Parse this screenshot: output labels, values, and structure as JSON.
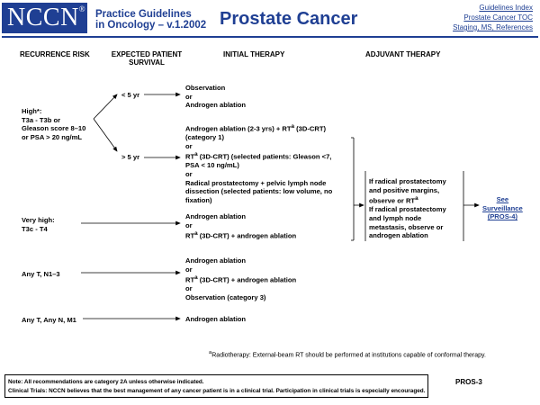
{
  "header": {
    "logo_text": "NCCN",
    "logo_mark": "®",
    "practice_line1": "Practice Guidelines",
    "practice_line2": "in Oncology – v.1.2002",
    "title": "Prostate Cancer",
    "links": [
      "Guidelines Index",
      "Prostate Cancer TOC",
      "Staging, MS, References"
    ]
  },
  "columns": {
    "recurrence_risk": "RECURRENCE RISK",
    "expected_survival_line1": "EXPECTED PATIENT",
    "expected_survival_line2": "SURVIVAL",
    "initial_therapy": "INITIAL THERAPY",
    "adjuvant_therapy": "ADJUVANT THERAPY"
  },
  "risk": {
    "high": [
      "High*:",
      "T3a - T3b or",
      "Gleason score 8–10",
      "or PSA > 20 ng/mL"
    ],
    "very_high": [
      "Very high:",
      "T3c - T4"
    ],
    "n1": "Any T, N1–3",
    "m1": "Any T, Any N, M1"
  },
  "survival": {
    "less_than_5": "< 5 yr",
    "more_than_5": "> 5 yr"
  },
  "therapy": {
    "lt5": [
      "Observation",
      "or",
      "Androgen ablation"
    ],
    "gt5": [
      "Androgen ablation (2-3 yrs) + RT<sup>a</sup> (3D-CRT)",
      "(category 1)",
      "or",
      "RT<sup>a</sup> (3D-CRT) (selected patients: Gleason <7,",
      "PSA < 10 ng/mL)",
      "or",
      "Radical prostatectomy + pelvic lymph node",
      "dissection (selected patients: low volume, no",
      "fixation)"
    ],
    "very_high": [
      "Androgen ablation",
      "or",
      "RT<sup>a</sup> (3D-CRT) + androgen ablation"
    ],
    "n1": [
      "Androgen ablation",
      "or",
      "RT<sup>a</sup> (3D-CRT) + androgen ablation",
      "or",
      "Observation (category 3)"
    ],
    "m1": [
      "Androgen ablation"
    ]
  },
  "adjuvant": [
    "If radical prostatectomy",
    "and positive margins,",
    "observe or RT<sup>a</sup>",
    "If radical prostatectomy",
    "and lymph node",
    "metastasis, observe or",
    "androgen ablation"
  ],
  "see_link": [
    "See",
    "Surveillance",
    "(PROS-4)"
  ],
  "footnote_mark": "a",
  "footnote": "Radiotherapy: External-beam RT should be performed at institutions capable of conformal therapy.",
  "notes": {
    "line1": "Note:  All recommendations are category 2A unless otherwise indicated.",
    "line2": "Clinical Trials: NCCN believes that the best management of any cancer patient is in a clinical trial.  Participation in clinical trials is especially encouraged."
  },
  "page_code": "PROS-3",
  "colors": {
    "brand_blue": "#1f3f93",
    "link_blue": "#1f3f93"
  }
}
